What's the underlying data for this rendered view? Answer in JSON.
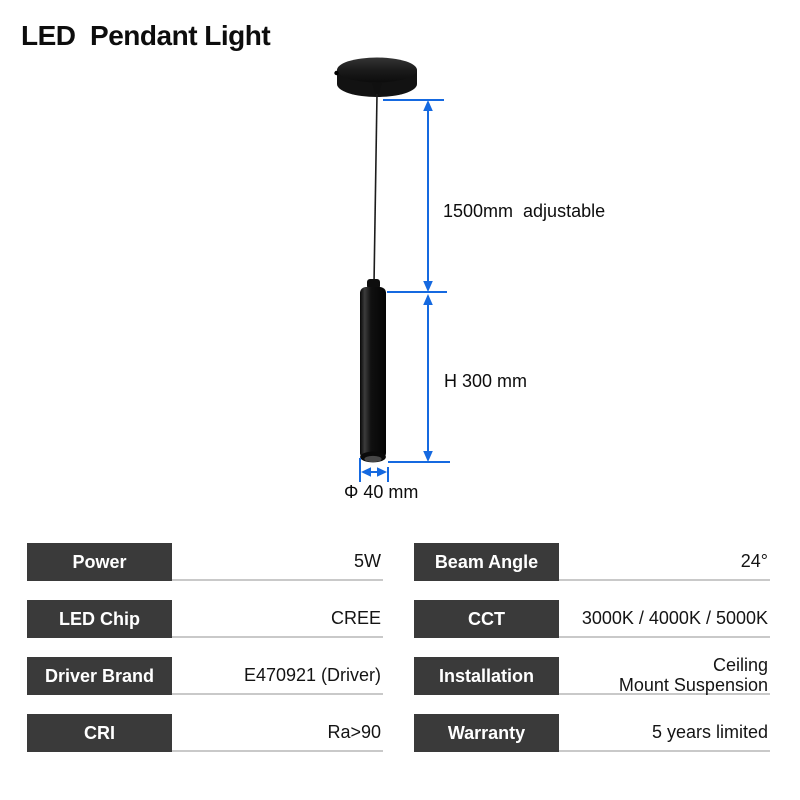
{
  "title": "LED  Pendant Light",
  "colors": {
    "dimension_blue": "#1569e0",
    "spec_label_bg": "#3a3a3a",
    "underline_gray": "#c9c9c9",
    "fixture_black": "#121212"
  },
  "diagram": {
    "cord_dim_label": "1500mm  adjustable",
    "height_dim_label": "H 300 mm",
    "diameter_dim_label": "Φ 40 mm"
  },
  "specs": {
    "left": [
      {
        "label": "Power",
        "value": "5W"
      },
      {
        "label": "LED Chip",
        "value": "CREE"
      },
      {
        "label": "Driver Brand",
        "value": "E470921  (Driver)"
      },
      {
        "label": "CRI",
        "value": "Ra>90"
      }
    ],
    "right": [
      {
        "label": "Beam Angle",
        "value": "24°"
      },
      {
        "label": "CCT",
        "value": "3000K / 4000K / 5000K"
      },
      {
        "label": "Installation",
        "value": "Ceiling\nMount Suspension"
      },
      {
        "label": "Warranty",
        "value": "5 years limited"
      }
    ]
  }
}
